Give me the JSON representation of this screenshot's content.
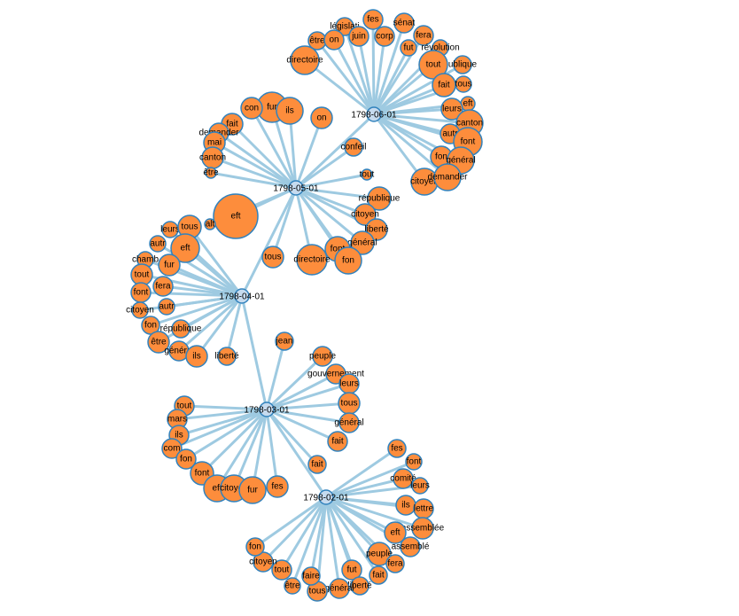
{
  "graph": {
    "hubs": [
      {
        "id": "h1",
        "label": "1798-06-01"
      },
      {
        "id": "h2",
        "label": "1798-05-01"
      },
      {
        "id": "h3",
        "label": "1798-04-01"
      },
      {
        "id": "h4",
        "label": "1798-03-01"
      },
      {
        "id": "h5",
        "label": "1798-02-01"
      }
    ],
    "hub_links": [
      [
        "h1",
        "h2"
      ],
      [
        "h2",
        "h3"
      ],
      [
        "h3",
        "h4"
      ],
      [
        "h4",
        "h5"
      ]
    ],
    "leaves": [
      {
        "hub": "h1",
        "label": "législati"
      },
      {
        "hub": "h1",
        "label": "fes"
      },
      {
        "hub": "h1",
        "label": "sénat"
      },
      {
        "hub": "h1",
        "label": "être"
      },
      {
        "hub": "h1",
        "label": "on"
      },
      {
        "hub": "h1",
        "label": "juin"
      },
      {
        "hub": "h1",
        "label": "corp"
      },
      {
        "hub": "h1",
        "label": "fera"
      },
      {
        "hub": "h1",
        "label": "fut"
      },
      {
        "hub": "h1",
        "label": "révolution"
      },
      {
        "hub": "h1",
        "label": "directoire"
      },
      {
        "hub": "h1",
        "label": "tout"
      },
      {
        "hub": "h1",
        "label": "ublique"
      },
      {
        "hub": "h1",
        "label": "fait"
      },
      {
        "hub": "h1",
        "label": "tous"
      },
      {
        "hub": "h1",
        "label": "eft"
      },
      {
        "hub": "h1",
        "label": "leurs"
      },
      {
        "hub": "h1",
        "label": "canton"
      },
      {
        "hub": "h1",
        "label": "autr"
      },
      {
        "hub": "h1",
        "label": "font"
      },
      {
        "hub": "h1",
        "label": "fon"
      },
      {
        "hub": "h1",
        "label": "général"
      },
      {
        "hub": "h1",
        "label": "citoyen"
      },
      {
        "hub": "h1",
        "label": "demander"
      },
      {
        "hub": "h2",
        "label": "fur"
      },
      {
        "hub": "h2",
        "label": "ils"
      },
      {
        "hub": "h2",
        "label": "con"
      },
      {
        "hub": "h2",
        "label": "on"
      },
      {
        "hub": "h2",
        "label": "fait"
      },
      {
        "hub": "h2",
        "label": "demander"
      },
      {
        "hub": "h2",
        "label": "mai"
      },
      {
        "hub": "h2",
        "label": "canton"
      },
      {
        "hub": "h2",
        "label": "être"
      },
      {
        "hub": "h2",
        "label": "confeil"
      },
      {
        "hub": "h2",
        "label": "tout"
      },
      {
        "hub": "h2",
        "label": "eft"
      },
      {
        "hub": "h2",
        "label": "république"
      },
      {
        "hub": "h2",
        "label": "citoyen"
      },
      {
        "hub": "h2",
        "label": "liberté"
      },
      {
        "hub": "h2",
        "label": "général"
      },
      {
        "hub": "h2",
        "label": "font"
      },
      {
        "hub": "h2",
        "label": "fon"
      },
      {
        "hub": "h2",
        "label": "directoire"
      },
      {
        "hub": "h2",
        "label": "tous"
      },
      {
        "hub": "h2",
        "label": "alt"
      },
      {
        "hub": "h3",
        "label": "leurs"
      },
      {
        "hub": "h3",
        "label": "tous"
      },
      {
        "hub": "h3",
        "label": "autr"
      },
      {
        "hub": "h3",
        "label": "eft"
      },
      {
        "hub": "h3",
        "label": "chamb"
      },
      {
        "hub": "h3",
        "label": "fur"
      },
      {
        "hub": "h3",
        "label": "tout"
      },
      {
        "hub": "h3",
        "label": "fera"
      },
      {
        "hub": "h3",
        "label": "font"
      },
      {
        "hub": "h3",
        "label": "autr"
      },
      {
        "hub": "h3",
        "label": "citoyen"
      },
      {
        "hub": "h3",
        "label": "fon"
      },
      {
        "hub": "h3",
        "label": "république"
      },
      {
        "hub": "h3",
        "label": "être"
      },
      {
        "hub": "h3",
        "label": "général"
      },
      {
        "hub": "h3",
        "label": "ils"
      },
      {
        "hub": "h3",
        "label": "liberté"
      },
      {
        "hub": "h4",
        "label": "jean"
      },
      {
        "hub": "h4",
        "label": "peuple"
      },
      {
        "hub": "h4",
        "label": "gouvernement"
      },
      {
        "hub": "h4",
        "label": "leurs"
      },
      {
        "hub": "h4",
        "label": "tous"
      },
      {
        "hub": "h4",
        "label": "général"
      },
      {
        "hub": "h4",
        "label": "fait"
      },
      {
        "hub": "h4",
        "label": "tout"
      },
      {
        "hub": "h4",
        "label": "mars"
      },
      {
        "hub": "h4",
        "label": "ils"
      },
      {
        "hub": "h4",
        "label": "com"
      },
      {
        "hub": "h4",
        "label": "fon"
      },
      {
        "hub": "h4",
        "label": "font"
      },
      {
        "hub": "h4",
        "label": "eft"
      },
      {
        "hub": "h4",
        "label": "citoyen"
      },
      {
        "hub": "h4",
        "label": "fur"
      },
      {
        "hub": "h4",
        "label": "fes"
      },
      {
        "hub": "h4",
        "label": "fait"
      },
      {
        "hub": "h5",
        "label": "fes"
      },
      {
        "hub": "h5",
        "label": "font"
      },
      {
        "hub": "h5",
        "label": "comité"
      },
      {
        "hub": "h5",
        "label": "leurs"
      },
      {
        "hub": "h5",
        "label": "ils"
      },
      {
        "hub": "h5",
        "label": "lettre"
      },
      {
        "hub": "h5",
        "label": "assemblée"
      },
      {
        "hub": "h5",
        "label": "eft"
      },
      {
        "hub": "h5",
        "label": "assemblé"
      },
      {
        "hub": "h5",
        "label": "peuple"
      },
      {
        "hub": "h5",
        "label": "fera"
      },
      {
        "hub": "h5",
        "label": "fut"
      },
      {
        "hub": "h5",
        "label": "fait"
      },
      {
        "hub": "h5",
        "label": "liberté"
      },
      {
        "hub": "h5",
        "label": "général"
      },
      {
        "hub": "h5",
        "label": "tous"
      },
      {
        "hub": "h5",
        "label": "faire"
      },
      {
        "hub": "h5",
        "label": "être"
      },
      {
        "hub": "h5",
        "label": "tout"
      },
      {
        "hub": "h5",
        "label": "citoyen"
      },
      {
        "hub": "h5",
        "label": "fon"
      }
    ]
  },
  "colors": {
    "link": "#9ecae1",
    "hub_fill": "#c6dbef",
    "leaf_fill": "#fd8d3c",
    "stroke": "#3182bd"
  }
}
